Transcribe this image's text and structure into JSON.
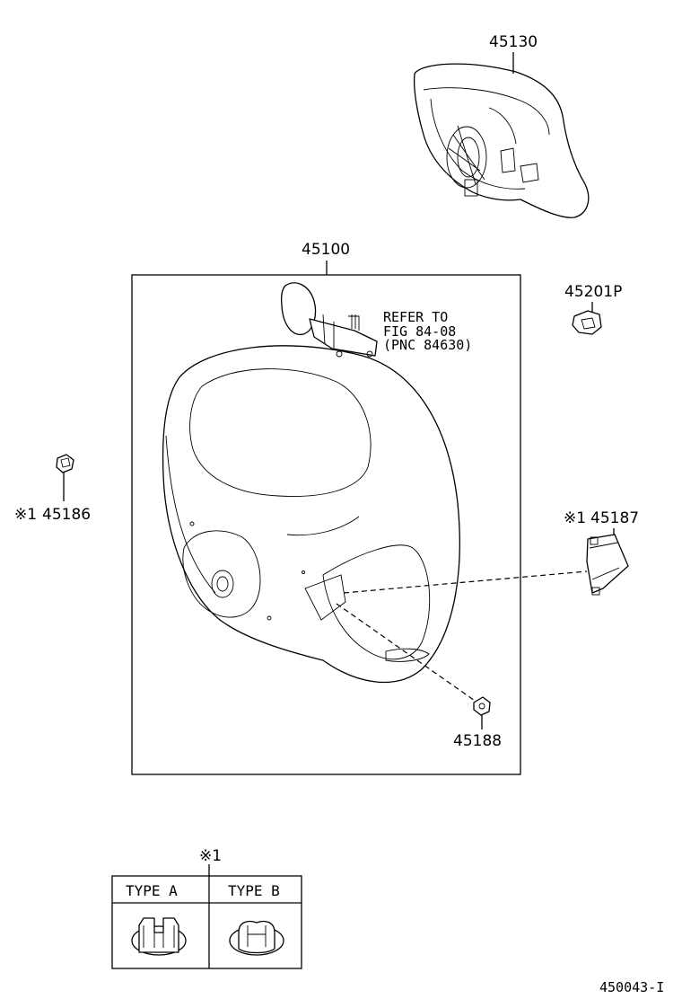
{
  "parts": {
    "pad": "45130",
    "wheel": "45100",
    "nut": "45201P",
    "cap_left": "45186",
    "cap_right": "45187",
    "clip": "45188"
  },
  "note_marks": {
    "left": "※1",
    "right": "※1",
    "table": "※1"
  },
  "refer": {
    "line1": "REFER TO",
    "line2": "FIG 84-08",
    "line3": "(PNC 84630)"
  },
  "types_table": {
    "type_a": "TYPE  A",
    "type_b": "TYPE  B"
  },
  "figure_id": "450043-I"
}
